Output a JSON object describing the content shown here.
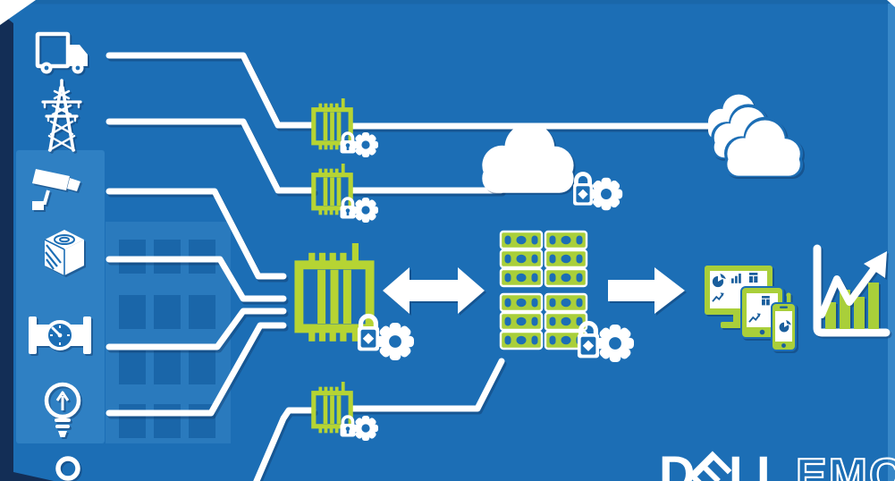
{
  "diagram": {
    "description": "Dell EMC IoT edge-to-core-to-cloud security architecture diagram",
    "logo": {
      "d": "D",
      "e": "E",
      "l1": "L",
      "l2": "L",
      "emc": "EMC"
    },
    "colors": {
      "background": "#1C6EB5",
      "edge_navy": "#132E56",
      "panel_light": "#2F80C3",
      "building": "#2A7ABD",
      "building_window": "#1A66A9",
      "accent_green": "#B6D433",
      "server_green": "#A9CF3A",
      "device_glyph_blue": "#1A5E9C",
      "line_white": "#FFFFFF",
      "right_edge_strip": "#3787C8"
    },
    "source_icons": [
      {
        "icon": "truck-icon"
      },
      {
        "icon": "power-tower-icon"
      },
      {
        "icon": "security-camera-icon"
      },
      {
        "icon": "industrial-cube-icon"
      },
      {
        "icon": "pipeline-gauge-icon"
      },
      {
        "icon": "lightbulb-icon"
      },
      {
        "icon": "person-icon"
      }
    ],
    "edge_nodes": [
      {
        "icon": "edge-gateway-icon",
        "security": [
          "padlock-icon",
          "gear-icon"
        ]
      },
      {
        "icon": "edge-gateway-icon",
        "security": [
          "padlock-icon",
          "gear-icon"
        ]
      },
      {
        "icon": "edge-gateway-icon",
        "security": [
          "padlock-icon",
          "gear-icon"
        ]
      }
    ],
    "core_gateway": {
      "icon": "core-gateway-icon",
      "security": [
        "padlock-icon",
        "gear-icon"
      ]
    },
    "data_center": {
      "icon": "server-rack-icon",
      "units": 12,
      "security": [
        "padlock-icon",
        "gear-icon"
      ]
    },
    "cloud": {
      "single": "cloud-icon",
      "multi": "multi-cloud-icon",
      "security": [
        "padlock-icon",
        "gear-icon"
      ]
    },
    "consumption": {
      "devices": [
        "monitor-icon",
        "tablet-icon",
        "phone-icon"
      ],
      "analytics": "growth-chart-icon"
    },
    "arrows": [
      "bidirectional-arrow-icon",
      "right-arrow-icon"
    ]
  }
}
